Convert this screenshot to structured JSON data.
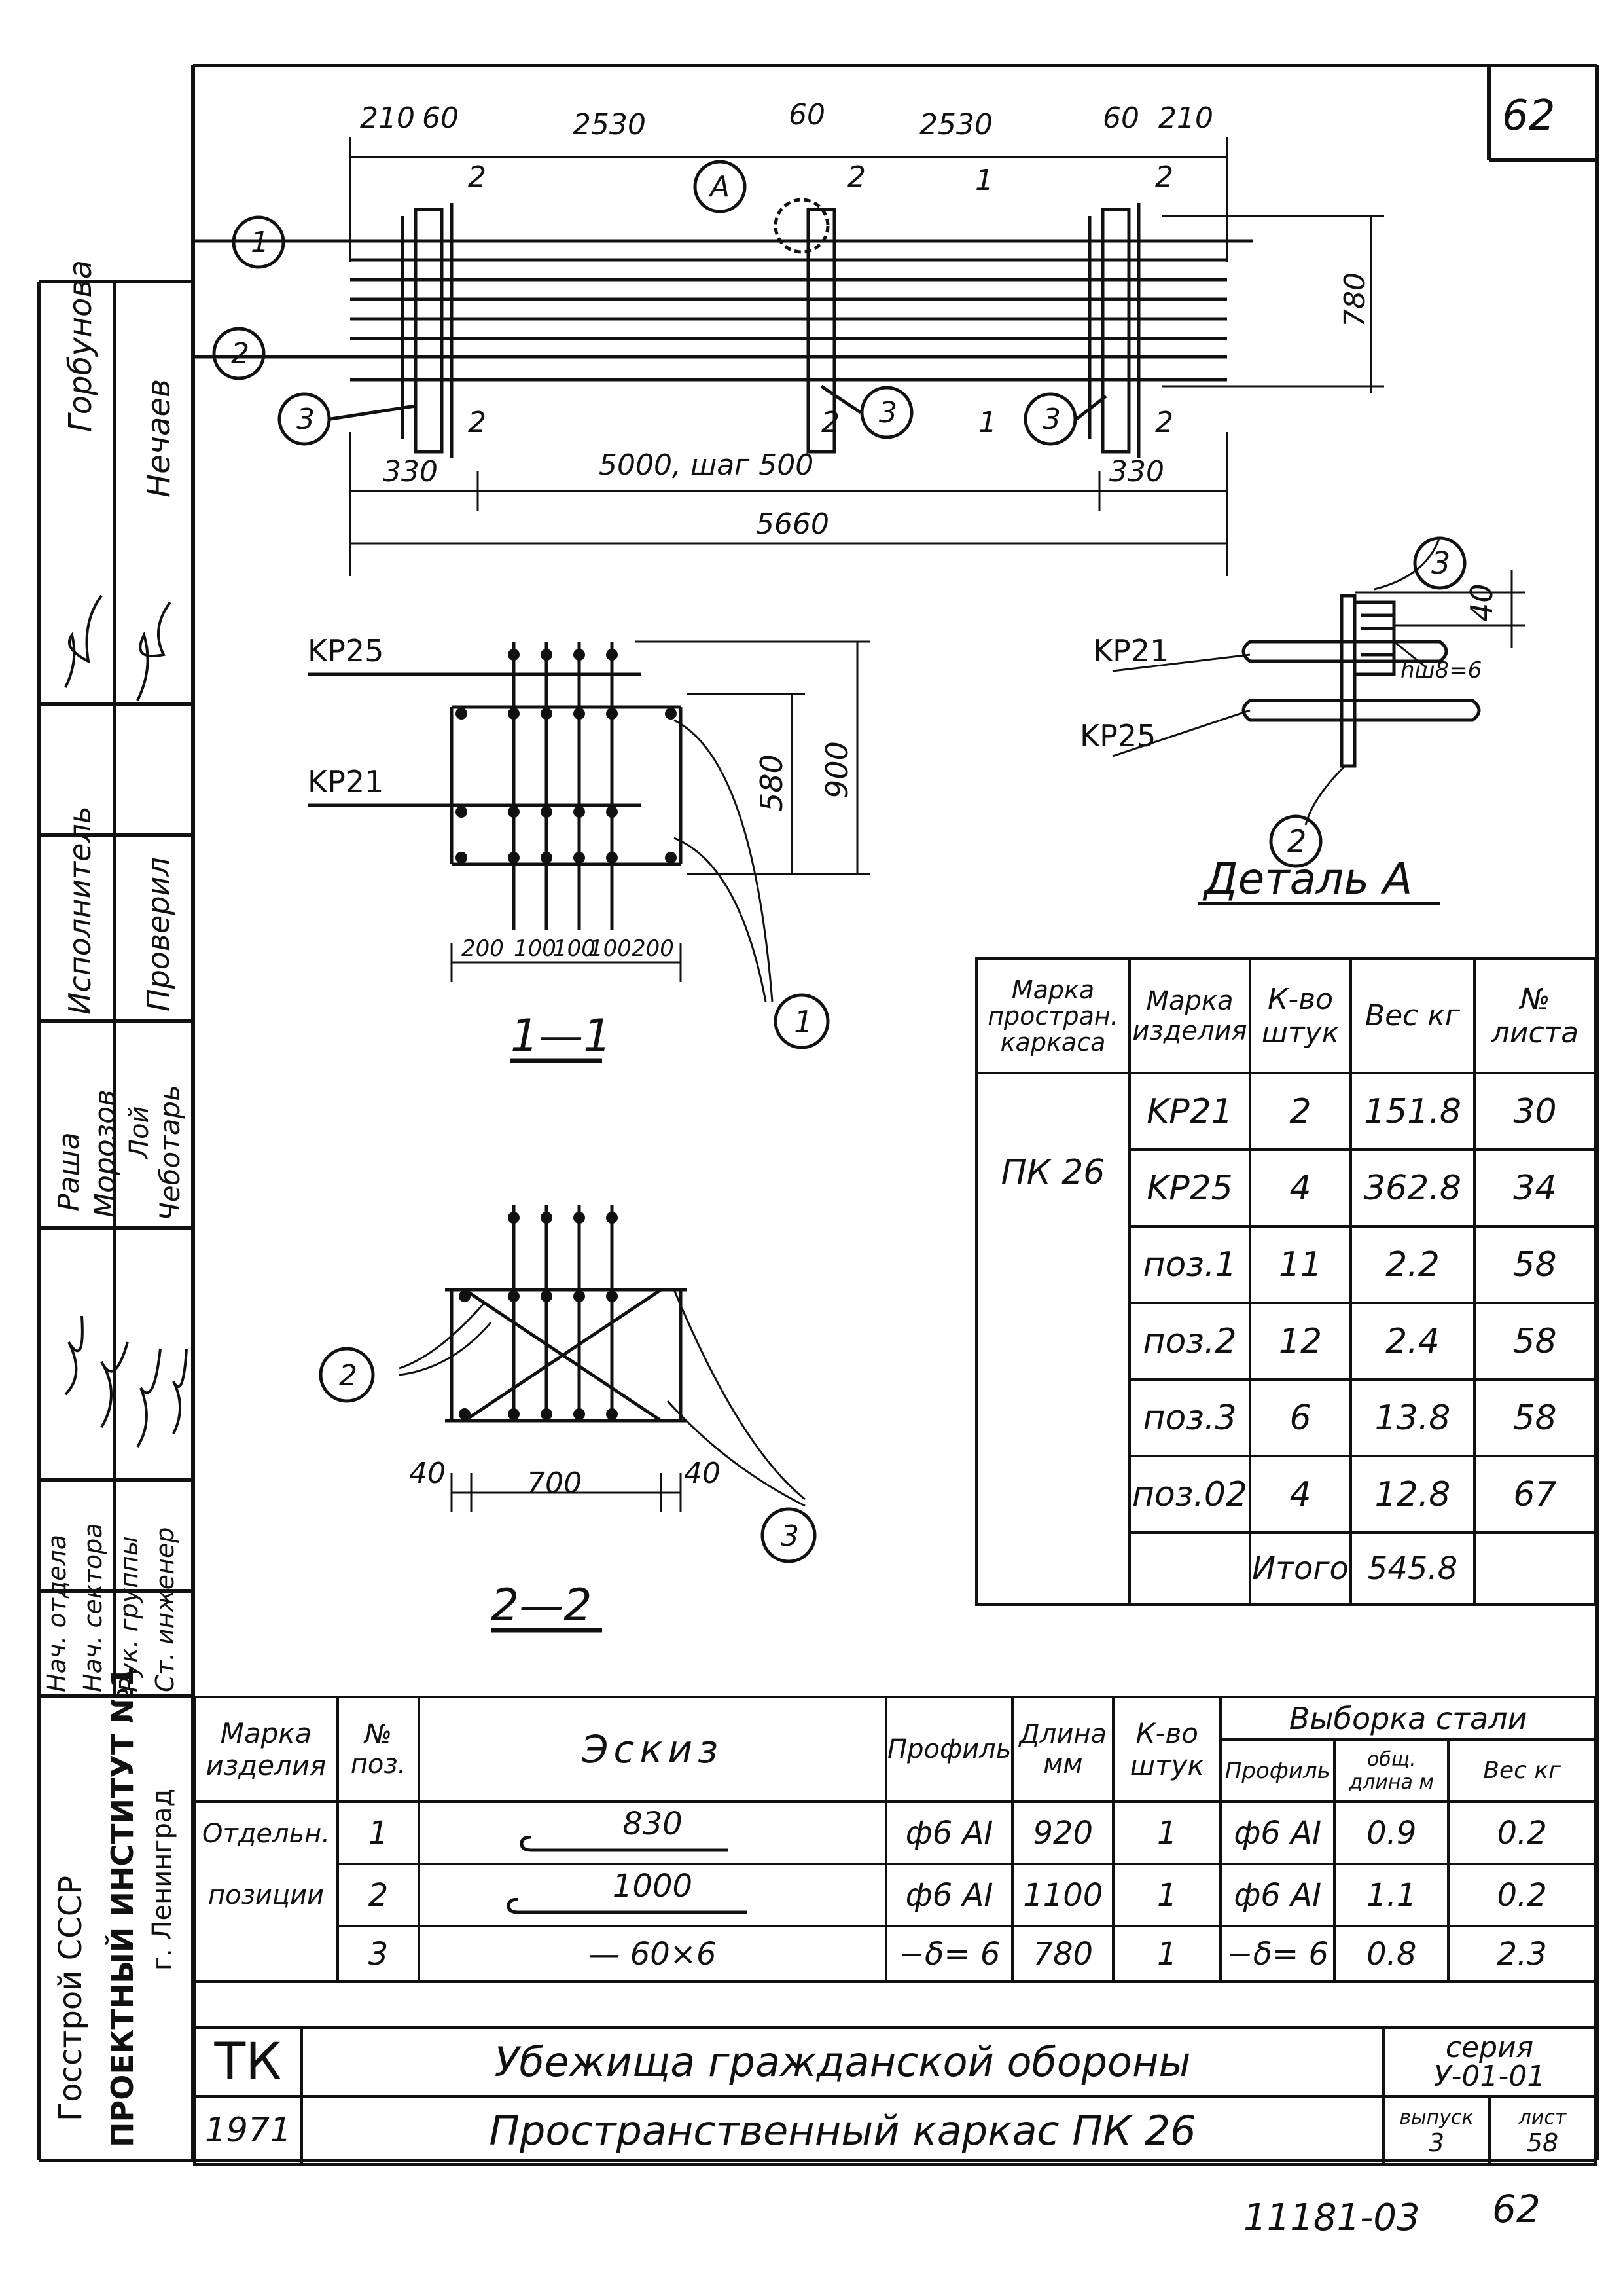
{
  "sheet_number": "62",
  "plan": {
    "top_dims": [
      "210",
      "60",
      "2530",
      "60",
      "2530",
      "60",
      "210"
    ],
    "height_dim": "780",
    "bottom_dims": [
      "330",
      "5000, шаг 500",
      "330"
    ],
    "total_dim": "5660",
    "callouts": [
      "1",
      "2",
      "3",
      "3",
      "3",
      "A"
    ],
    "section_marks": [
      "2",
      "1",
      "2",
      "2",
      "1",
      "2",
      "2",
      "2",
      "2"
    ]
  },
  "section_1_1": {
    "labels": [
      "KP25",
      "KP21"
    ],
    "dims_v": [
      "580",
      "900"
    ],
    "dims_h": [
      "200",
      "100",
      "100",
      "100",
      "200"
    ],
    "callout": "1",
    "title": "1—1"
  },
  "section_2_2": {
    "dims": [
      "40",
      "700",
      "40"
    ],
    "callouts": [
      "2",
      "3"
    ],
    "title": "2—2"
  },
  "detail_a": {
    "labels": [
      "KP21",
      "KP25"
    ],
    "dim": "40",
    "weld": "hш8=6",
    "callouts": [
      "3",
      "2"
    ],
    "title": "Деталь A"
  },
  "spec_table": {
    "headers": [
      "Марка простран. каркаса",
      "Марка изделия",
      "К-во штук",
      "Вес кг",
      "№ листа"
    ],
    "mark": "ПК 26",
    "rows": [
      [
        "KP21",
        "2",
        "151.8",
        "30"
      ],
      [
        "KP25",
        "4",
        "362.8",
        "34"
      ],
      [
        "поз.1",
        "11",
        "2.2",
        "58"
      ],
      [
        "поз.2",
        "12",
        "2.4",
        "58"
      ],
      [
        "поз.3",
        "6",
        "13.8",
        "58"
      ],
      [
        "поз.02",
        "4",
        "12.8",
        "67"
      ]
    ],
    "total_label": "Итого",
    "total_value": "545.8"
  },
  "positions_table": {
    "headers": [
      "Марка изделия",
      "№ поз.",
      "Эскиз",
      "Профиль",
      "Длина мм",
      "К-во штук",
      "Выборка стали"
    ],
    "subheaders": [
      "Профиль",
      "общ. длина м",
      "Вес кг"
    ],
    "mark": [
      "Отдельн.",
      "позиции"
    ],
    "rows": [
      [
        "1",
        "830",
        "ф6 AI",
        "920",
        "1",
        "ф6 AI",
        "0.9",
        "0.2"
      ],
      [
        "2",
        "1000",
        "ф6 AI",
        "1100",
        "1",
        "ф6 AI",
        "1.1",
        "0.2"
      ],
      [
        "3",
        "— 60×6",
        "−δ= 6",
        "780",
        "1",
        "−δ= 6",
        "0.8",
        "2.3"
      ]
    ]
  },
  "title_block": {
    "org": "ТК",
    "year": "1971",
    "title1": "Убежища гражданской обороны",
    "title2": "Пространственный каркас ПК 26",
    "series_label": "серия",
    "series": "У-01-01",
    "issue_label": "выпуск",
    "issue": "3",
    "sheet_label": "лист",
    "sheet": "58"
  },
  "side_stamp": {
    "institute": [
      "Госстрой СССР",
      "ПРОЕКТНЫЙ ИНСТИТУТ №1",
      "г. Ленинград"
    ],
    "roles": [
      "Нач. отдела",
      "Нач. сектора",
      "Рук. группы",
      "Ст. инженер"
    ],
    "names": [
      "Раша",
      "Морозов",
      "Лой",
      "Чеботарь"
    ],
    "roles2": [
      "Исполнитель",
      "Проверил"
    ],
    "names2": [
      "Горбунова",
      "Нечаев"
    ]
  },
  "footer_code": "11181-03",
  "footer_sheet": "62"
}
